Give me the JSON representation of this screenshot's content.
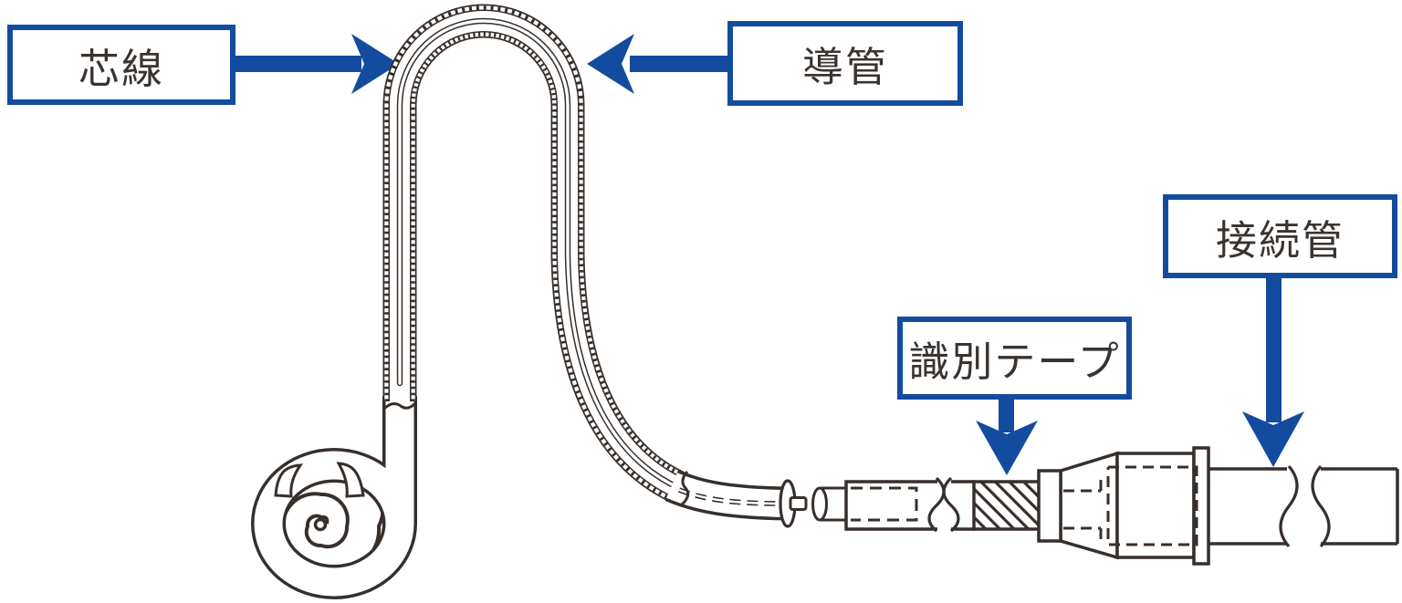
{
  "colors": {
    "accent_blue": "#134c9e",
    "line_color": "#362f2b",
    "background": "#ffffff",
    "label_text": "#3a3430"
  },
  "labels": {
    "core_wire": {
      "text": "芯線"
    },
    "conduit": {
      "text": "導管"
    },
    "identification_tape": {
      "text": "識別テープ"
    },
    "connection_tube": {
      "text": "接続管"
    }
  },
  "icons": {
    "core_wire_arrow": "arrow-right",
    "conduit_arrow": "arrow-left",
    "identification_tape_arrow": "arrow-down",
    "connection_tube_arrow": "arrow-down"
  }
}
